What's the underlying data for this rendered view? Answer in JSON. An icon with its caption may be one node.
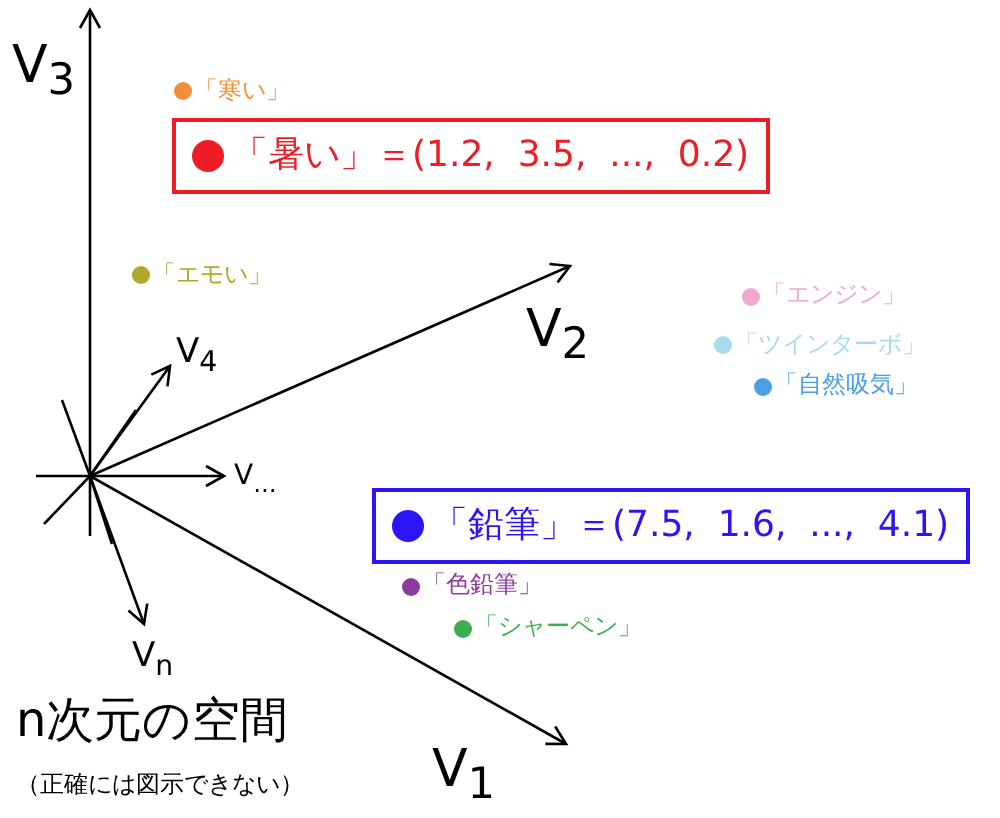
{
  "diagram": {
    "title": "n次元の空間",
    "caption": "（正確には図示できない）",
    "nodes": [
      {
        "text": [
          "「暑い」＝(1.2,  3.5,  ...,  0.2)"
        ]
      },
      {
        "text": [
          "「鉛筆」＝(7.5,  1.6,  ...,  4.1)"
        ]
      }
    ],
    "labels": [
      "V$_{3}$",
      "「寒い」",
      "「エモい」",
      "V$_{4}$",
      "V$_{2}$",
      "「エンジン」",
      "「ツインターボ」",
      "「自然吸気」",
      "V$_{…}$",
      "「色鉛筆」",
      "「シャーペン」",
      "V$_{n}$",
      "V$_{1}$"
    ]
  }
}
